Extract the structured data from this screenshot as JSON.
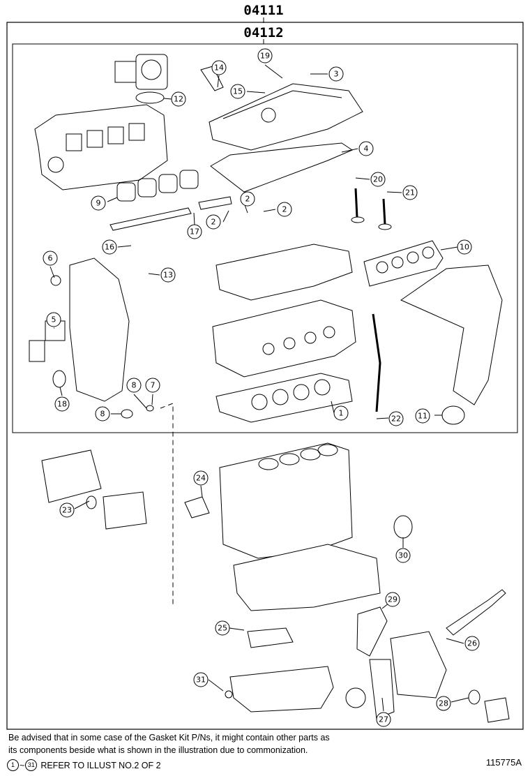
{
  "header": {
    "outer_part_number": "04111",
    "inner_part_number": "04112"
  },
  "callouts": [
    {
      "num": "1"
    },
    {
      "num": "2"
    },
    {
      "num": "2"
    },
    {
      "num": "2"
    },
    {
      "num": "3"
    },
    {
      "num": "4"
    },
    {
      "num": "5"
    },
    {
      "num": "6"
    },
    {
      "num": "7"
    },
    {
      "num": "8"
    },
    {
      "num": "8"
    },
    {
      "num": "9"
    },
    {
      "num": "10"
    },
    {
      "num": "11"
    },
    {
      "num": "12"
    },
    {
      "num": "13"
    },
    {
      "num": "14"
    },
    {
      "num": "15"
    },
    {
      "num": "16"
    },
    {
      "num": "17"
    },
    {
      "num": "18"
    },
    {
      "num": "19"
    },
    {
      "num": "20"
    },
    {
      "num": "21"
    },
    {
      "num": "22"
    },
    {
      "num": "23"
    },
    {
      "num": "24"
    },
    {
      "num": "25"
    },
    {
      "num": "26"
    },
    {
      "num": "27"
    },
    {
      "num": "28"
    },
    {
      "num": "29"
    },
    {
      "num": "30"
    },
    {
      "num": "31"
    }
  ],
  "footer": {
    "note_line1": "Be advised that in some case of the Gasket Kit P/Ns,  it might contain other parts as",
    "note_line2": "its components beside what is shown in the illustration due to commonization.",
    "ref_start": "1",
    "ref_tilde": "~",
    "ref_end": "31",
    "ref_text": "REFER TO ILLUST NO.2 OF 2",
    "illustration_id": "115775A"
  }
}
